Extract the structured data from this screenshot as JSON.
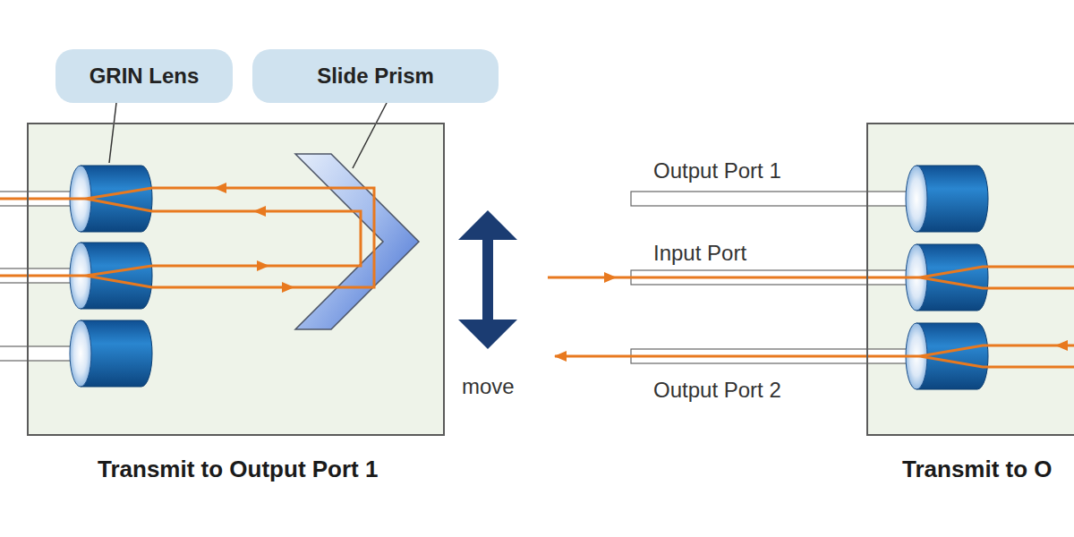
{
  "diagram": {
    "nodes": [
      {
        "text": [
          "GRIN Lens"
        ]
      },
      {
        "text": [
          "Slide Prism"
        ]
      },
      {
        "text": [
          "Transmit to Output Port 1"
        ]
      },
      {
        "text": [
          "Transmit to O"
        ]
      }
    ],
    "labels": [
      "Output Port 1",
      "Input Port",
      "Output Port 2",
      "move"
    ]
  }
}
